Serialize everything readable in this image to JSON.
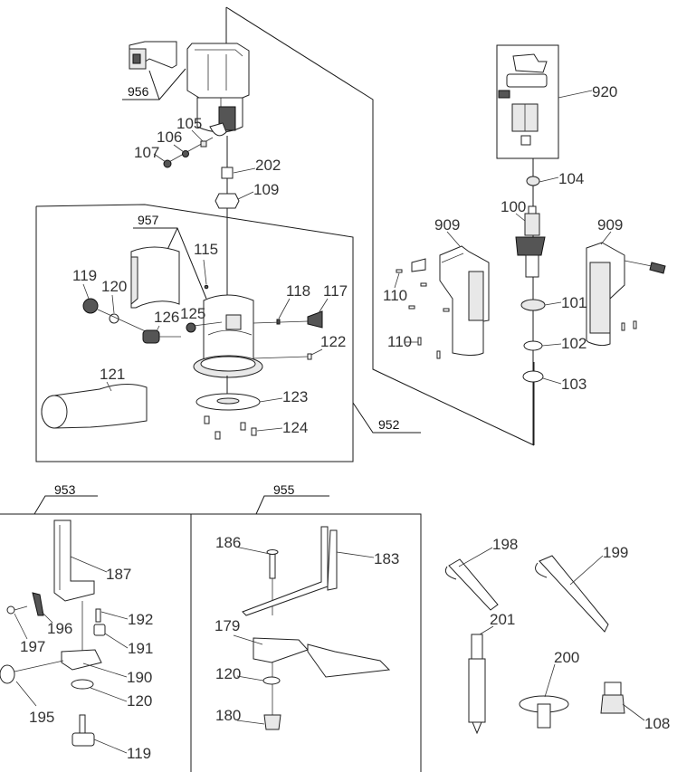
{
  "diagram": {
    "groups": {
      "g956": "956",
      "g957": "957",
      "g952": "952",
      "g953": "953",
      "g955": "955",
      "g920": "920"
    },
    "parts": {
      "p105": "105",
      "p106": "106",
      "p107": "107",
      "p202": "202",
      "p109": "109",
      "p115": "115",
      "p119a": "119",
      "p120a": "120",
      "p126": "126",
      "p125": "125",
      "p118": "118",
      "p117": "117",
      "p122": "122",
      "p121": "121",
      "p123": "123",
      "p124": "124",
      "p104": "104",
      "p100": "100",
      "p909a": "909",
      "p909b": "909",
      "p110a": "110",
      "p110b": "110",
      "p101": "101",
      "p102": "102",
      "p103": "103",
      "p187": "187",
      "p192": "192",
      "p196": "196",
      "p197": "197",
      "p191": "191",
      "p190": "190",
      "p195": "195",
      "p120b": "120",
      "p119b": "119",
      "p186": "186",
      "p183": "183",
      "p179": "179",
      "p120c": "120",
      "p180": "180",
      "p198": "198",
      "p199": "199",
      "p201": "201",
      "p200": "200",
      "p108": "108"
    }
  }
}
